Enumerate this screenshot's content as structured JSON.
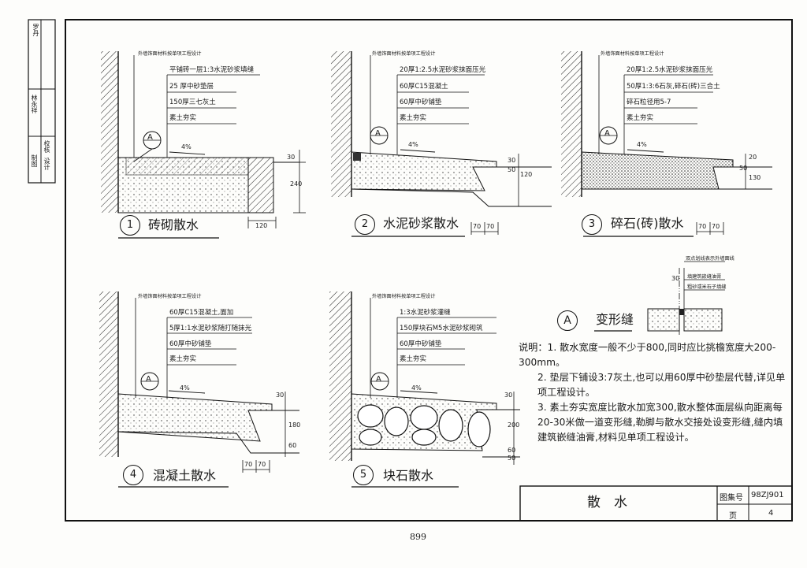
{
  "stamp": {
    "labels": [
      "校核",
      "设计",
      "制图"
    ],
    "names": [
      "林永祥",
      "罗丹"
    ]
  },
  "notes": {
    "wall_finish": "外墙饰面材料按单项工程设计",
    "compact_soil": "素土夯实"
  },
  "details": [
    {
      "num": "1",
      "title": "砖砌散水",
      "layers": [
        "平铺砖一层1:3水泥砂浆填缝",
        "25 厚中砂垫层",
        "150厚三七灰土",
        "素土夯实"
      ],
      "slope": "4%",
      "dims": [
        "30",
        "240",
        "120"
      ]
    },
    {
      "num": "2",
      "title": "水泥砂浆散水",
      "layers": [
        "20厚1:2.5水泥砂浆抹面压光",
        "60厚C15混凝土",
        "60厚中砂铺垫",
        "素土夯实"
      ],
      "slope": "4%",
      "dims": [
        "30",
        "50",
        "120",
        "70",
        "70"
      ]
    },
    {
      "num": "3",
      "title": "碎石(砖)散水",
      "layers": [
        "20厚1:2.5水泥砂浆抹面压光",
        "50厚1:3:6石灰,碎石(砖)三合土",
        "碎石粒径用5-7",
        "素土夯实"
      ],
      "slope": "4%",
      "dims": [
        "20",
        "50",
        "130",
        "70",
        "70"
      ]
    },
    {
      "num": "4",
      "title": "混凝土散水",
      "layers": [
        "60厚C15混凝土,面加",
        "5厚1:1水泥砂浆随打随抹光",
        "60厚中砂铺垫",
        "素土夯实"
      ],
      "slope": "4%",
      "dims": [
        "30",
        "180",
        "60",
        "70",
        "70"
      ]
    },
    {
      "num": "5",
      "title": "块石散水",
      "layers": [
        "1:3水泥砂浆灌缝",
        "150厚块石M5水泥砂浆砌筑",
        "60厚中砂铺垫",
        "素土夯实"
      ],
      "slope": "4%",
      "dims": [
        "30",
        "200",
        "60",
        "50"
      ]
    }
  ],
  "joint": {
    "letter": "A",
    "title": "变形缝",
    "labels": [
      "双点划线表示外墙面线",
      "填建筑嵌缝油膏",
      "粗砂或米石子填缝"
    ],
    "dim": "30"
  },
  "explanation": {
    "lines": [
      "说明：1. 散水宽度一般不少于800,同时应比挑檐宽度大200-300mm。",
      "2. 垫层下铺设3:7灰土,也可以用60厚中砂垫层代替,详见单项工程设计。",
      "3. 素土夯实宽度比散水加宽300,散水整体面层纵向距离每20-30米做一道变形缝,勒脚与散水交接处设变形缝,缝内填建筑嵌缝油膏,材料见单项工程设计。"
    ]
  },
  "title_block": {
    "title": "散　水",
    "atlas_label": "图集号",
    "atlas_no": "98ZJ901",
    "page_label": "页",
    "page_no": "4"
  },
  "page_number": "899"
}
